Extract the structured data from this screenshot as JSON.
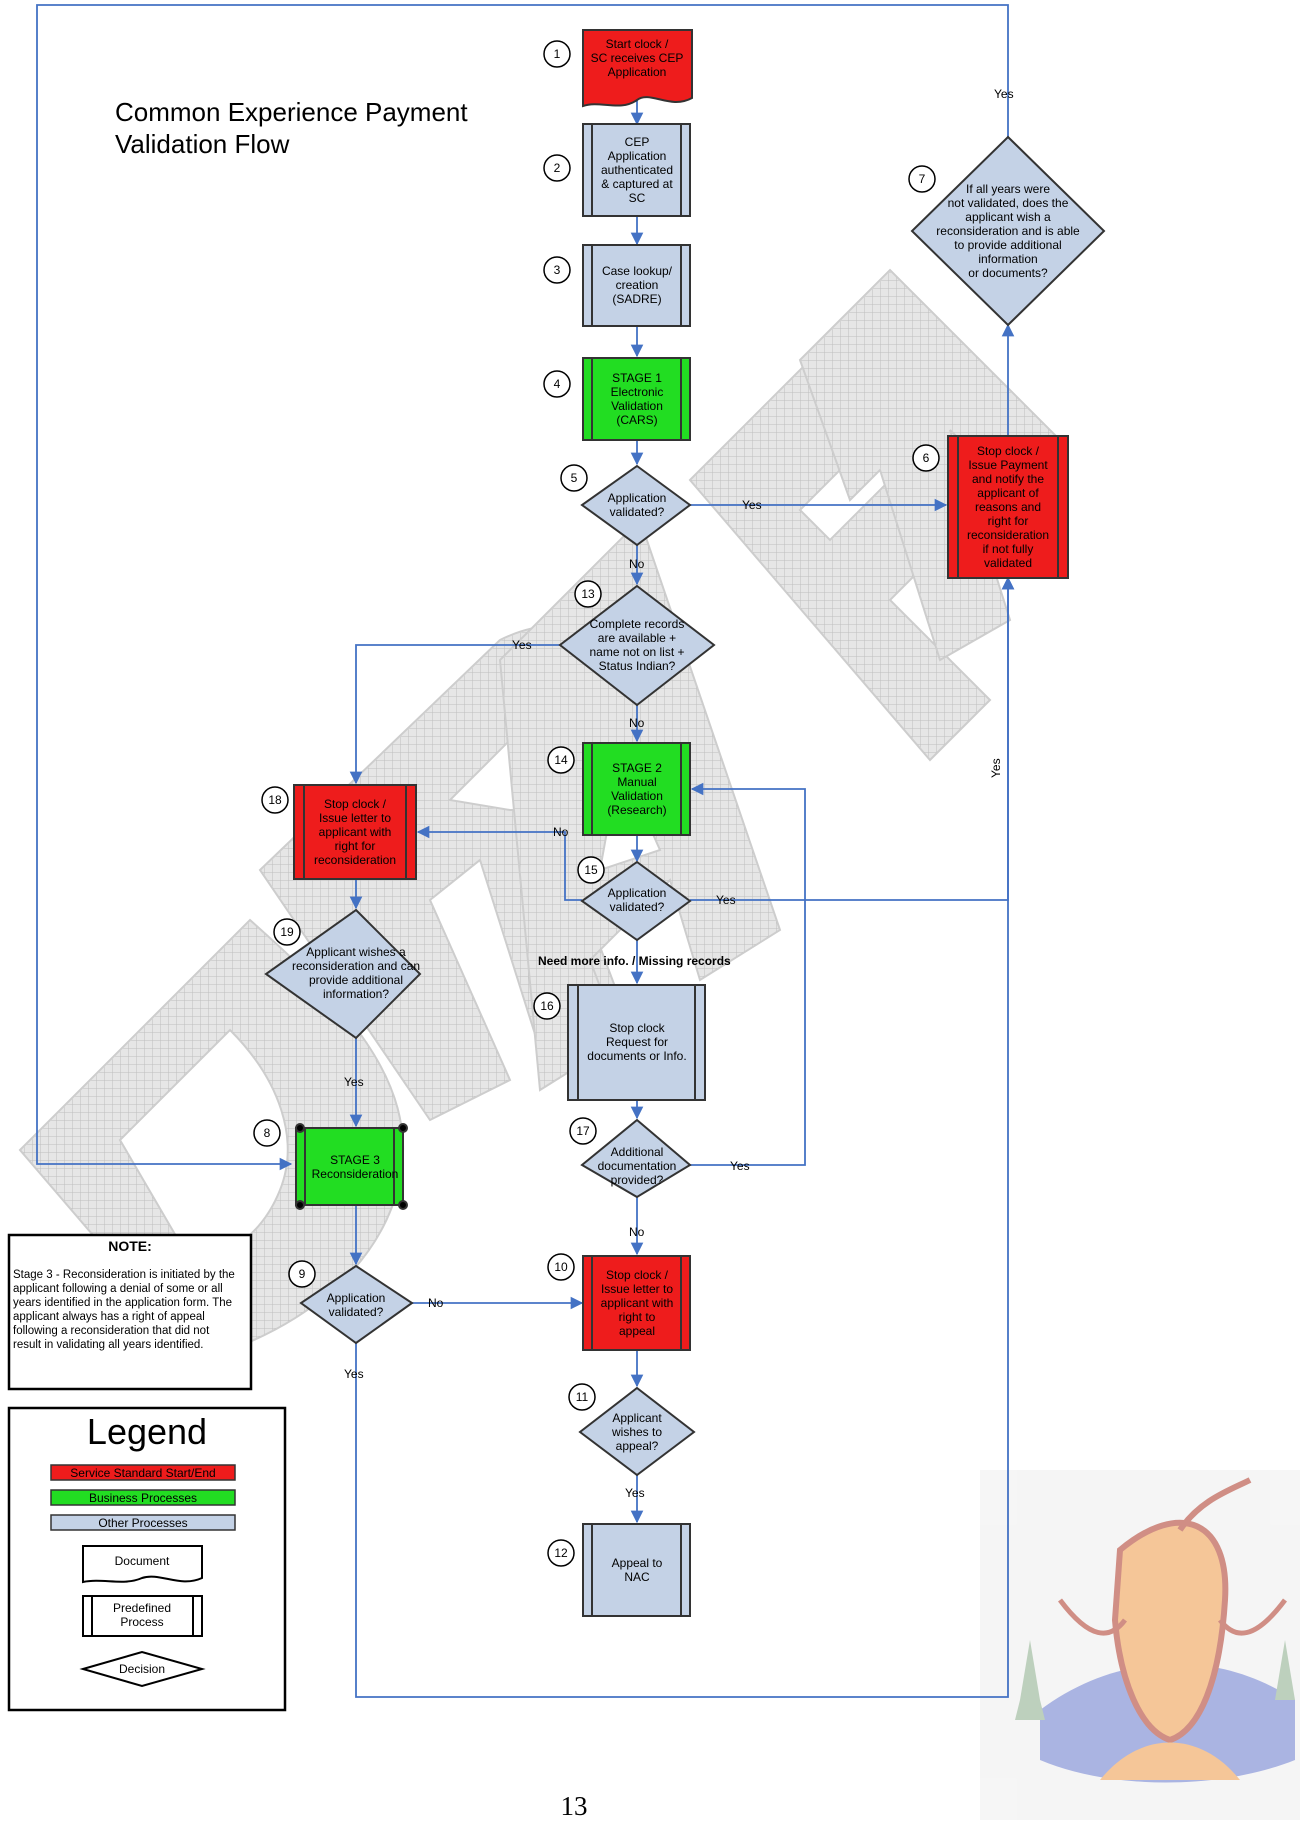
{
  "title": [
    "Common Experience Payment",
    "Validation Flow"
  ],
  "watermark": "DRAFT",
  "page_number": "13",
  "colors": {
    "red": "#ee1c1c",
    "green": "#22dd22",
    "blue": "#c4d2e6",
    "line": "#4472c4"
  },
  "steps": {
    "s1": {
      "num": "1",
      "lines": [
        "Start clock /",
        "SC receives CEP",
        "Application"
      ]
    },
    "s2": {
      "num": "2",
      "lines": [
        "CEP",
        "Application",
        "authenticated",
        "& captured at",
        "SC"
      ]
    },
    "s3": {
      "num": "3",
      "lines": [
        "Case lookup/",
        "creation",
        "(SADRE)"
      ]
    },
    "s4": {
      "num": "4",
      "lines": [
        "STAGE 1",
        "Electronic",
        "Validation",
        "(CARS)"
      ]
    },
    "s5": {
      "num": "5",
      "lines": [
        "Application",
        "validated?"
      ]
    },
    "s6": {
      "num": "6",
      "lines": [
        "Stop clock /",
        "Issue Payment",
        "and notify the",
        "applicant of",
        "reasons and",
        "right for",
        "reconsideration",
        "if not fully",
        "validated"
      ]
    },
    "s7": {
      "num": "7",
      "lines": [
        "If all years were",
        "not validated, does the",
        "applicant wish a",
        "reconsideration and is able",
        "to provide additional",
        "information",
        "or documents?"
      ]
    },
    "s8": {
      "num": "8",
      "lines": [
        "STAGE 3",
        "Reconsideration"
      ]
    },
    "s9": {
      "num": "9",
      "lines": [
        "Application",
        "validated?"
      ]
    },
    "s10": {
      "num": "10",
      "lines": [
        "Stop clock /",
        "Issue letter to",
        "applicant with",
        "right to",
        "appeal"
      ]
    },
    "s11": {
      "num": "11",
      "lines": [
        "Applicant",
        "wishes to",
        "appeal?"
      ]
    },
    "s12": {
      "num": "12",
      "lines": [
        "Appeal to",
        "NAC"
      ]
    },
    "s13": {
      "num": "13",
      "lines": [
        "Complete records",
        "are available +",
        "name not on list +",
        "Status Indian?"
      ]
    },
    "s14": {
      "num": "14",
      "lines": [
        "STAGE 2",
        "Manual",
        "Validation",
        "(Research)"
      ]
    },
    "s15": {
      "num": "15",
      "lines": [
        "Application",
        "validated?"
      ]
    },
    "s16": {
      "num": "16",
      "lines": [
        "Stop clock",
        "Request for",
        "documents or Info."
      ]
    },
    "s17": {
      "num": "17",
      "lines": [
        "Additional",
        "documentation",
        "provided?"
      ]
    },
    "s18": {
      "num": "18",
      "lines": [
        "Stop clock /",
        "Issue letter to",
        "applicant with",
        "right for",
        "reconsideration"
      ]
    },
    "s19": {
      "num": "19",
      "lines": [
        "Applicant wishes a",
        "reconsideration and can",
        "provide additional",
        "information?"
      ]
    }
  },
  "edge_labels": {
    "yes": "Yes",
    "no": "No",
    "need_more": "Need more info. / Missing records"
  },
  "note": {
    "heading": "NOTE:",
    "lines": [
      "Stage 3 - Reconsideration is initiated by the",
      "applicant following a denial of some or all",
      "years identified in the application form.  The",
      "applicant always has a right of appeal",
      "following a reconsideration that did not",
      "result in validating all years identified."
    ]
  },
  "legend": {
    "heading": "Legend",
    "service_standard": "Service Standard Start/End",
    "business_processes": "Business Processes",
    "other_processes": "Other Processes",
    "document": "Document",
    "predefined": [
      "Predefined",
      "Process"
    ],
    "decision": "Decision"
  }
}
